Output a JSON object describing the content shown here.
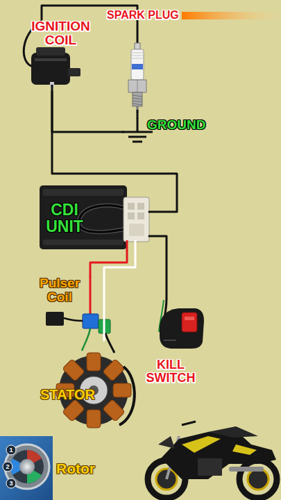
{
  "diagram": {
    "nodes": [
      {
        "text": [
          "IGNITION COIL"
        ]
      },
      {
        "text": [
          "SPARK PLUG"
        ]
      },
      {
        "text": [
          "GROUND"
        ]
      },
      {
        "text": [
          "CDI UNIT"
        ]
      },
      {
        "text": [
          "Pulser Coil"
        ]
      },
      {
        "text": [
          "KILL SWITCH"
        ]
      },
      {
        "text": [
          "STATOR"
        ]
      },
      {
        "text": [
          "Rotor"
        ]
      }
    ],
    "edges": [
      {
        "from": 0,
        "to": 1,
        "arrow": "none"
      },
      {
        "from": 1,
        "to": 2,
        "arrow": "none"
      },
      {
        "from": 0,
        "to": 2,
        "arrow": "none"
      },
      {
        "from": 0,
        "to": 3,
        "arrow": "none"
      },
      {
        "from": 3,
        "to": 4,
        "arrow": "none"
      },
      {
        "from": 3,
        "to": 6,
        "arrow": "none"
      },
      {
        "from": 3,
        "to": 5,
        "arrow": "none"
      }
    ],
    "labels": [
      "1",
      "2",
      "3"
    ]
  }
}
